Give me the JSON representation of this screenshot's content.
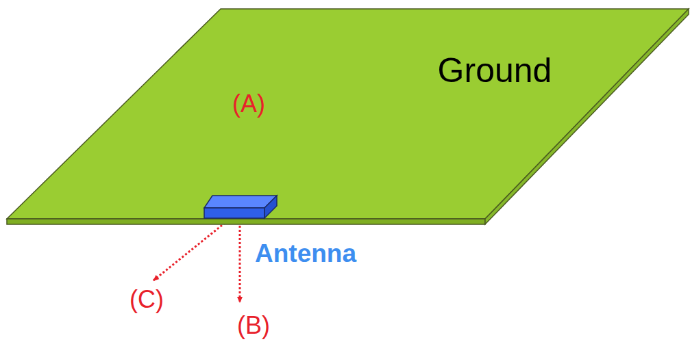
{
  "diagram": {
    "nodes": [
      {
        "text": [
          "Ground"
        ]
      },
      {
        "text": [
          "Antenna"
        ]
      }
    ],
    "labels": [
      "(A)",
      "(B)",
      "(C)"
    ]
  }
}
